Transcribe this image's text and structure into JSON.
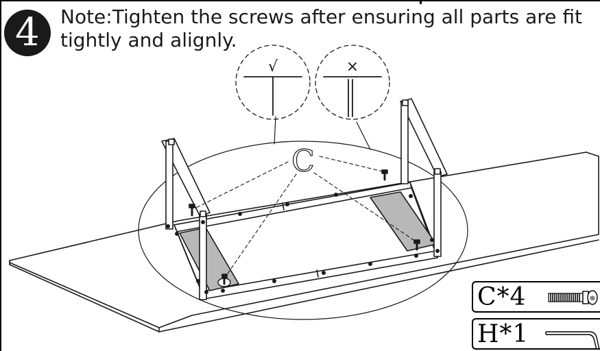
{
  "step": {
    "number": "4"
  },
  "note": {
    "text": "Note:Tighten the screws after ensuring all parts are fit tightly and alignly."
  },
  "callouts": {
    "screw_label": "C",
    "correct_mark": "√",
    "wrong_mark": "×"
  },
  "parts": [
    {
      "label": "C*4",
      "icon": "screw-icon"
    },
    {
      "label": "H*1",
      "icon": "allen-key-icon"
    }
  ]
}
